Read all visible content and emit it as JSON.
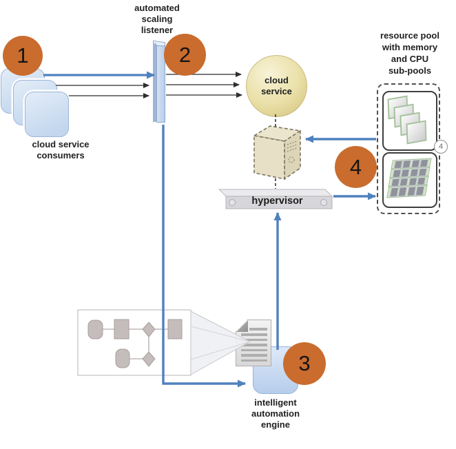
{
  "nodes": {
    "cloud_service_consumers": {
      "label": "cloud service\nconsumers"
    },
    "automated_scaling_listener": {
      "label": "automated\nscaling\nlistener"
    },
    "cloud_service": {
      "label": "cloud\nservice"
    },
    "resource_pool": {
      "label": "resource pool\nwith memory\nand CPU\nsub-pools",
      "note_badge": "4"
    },
    "hypervisor": {
      "label": "hypervisor"
    },
    "intelligent_automation_engine": {
      "label": "intelligent\nautomation\nengine"
    }
  },
  "step_badges": {
    "step1": "1",
    "step2": "2",
    "step3": "3",
    "step4": "4"
  },
  "colors": {
    "step_badge_orange": "#c96c2e",
    "arrow_blue": "#4f81bd",
    "request_line_gray": "#4d4d4d",
    "cloud_service_fill": "#e8dfa5",
    "consumer_fill": "#cfdef2",
    "engine_fill": "#c5d8f0",
    "hypervisor_fill": "#d7d7db",
    "virtual_server_fill": "#e7e0c6",
    "cpu_board_green": "#d5e6ca",
    "memory_card_border": "#a6c29e"
  }
}
